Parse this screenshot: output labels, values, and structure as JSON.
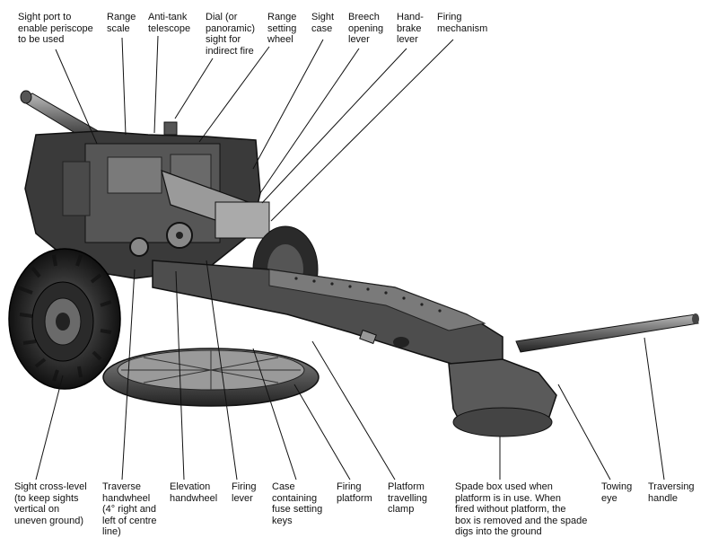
{
  "labels": {
    "sight_port": "Sight port to\nenable periscope\nto be used",
    "range_scale": "Range\nscale",
    "anti_tank_telescope": "Anti-tank\ntelescope",
    "dial_sight": "Dial (or\npanoramic)\nsight for\nindirect fire",
    "range_setting_wheel": "Range\nsetting\nwheel",
    "sight_case": "Sight\ncase",
    "breech_opening_lever": "Breech\nopening\nlever",
    "hand_brake_lever": "Hand-\nbrake\nlever",
    "firing_mechanism": "Firing\nmechanism",
    "sight_cross_level": "Sight cross-level\n(to keep sights\nvertical on\nuneven ground)",
    "traverse_handwheel": "Traverse\nhandwheel\n(4° right and\nleft of centre\nline)",
    "elevation_handwheel": "Elevation\nhandwheel",
    "firing_lever": "Firing\nlever",
    "case_fuse_keys": "Case\ncontaining\nfuse setting\nkeys",
    "firing_platform": "Firing\nplatform",
    "platform_clamp": "Platform\ntravelling\nclamp",
    "spade_box": "Spade box used when\nplatform is in use. When\nfired without platform, the\nbox is removed and the spade\ndigs into the ground",
    "towing_eye": "Towing\neye",
    "traversing_handle": "Traversing\nhandle"
  }
}
